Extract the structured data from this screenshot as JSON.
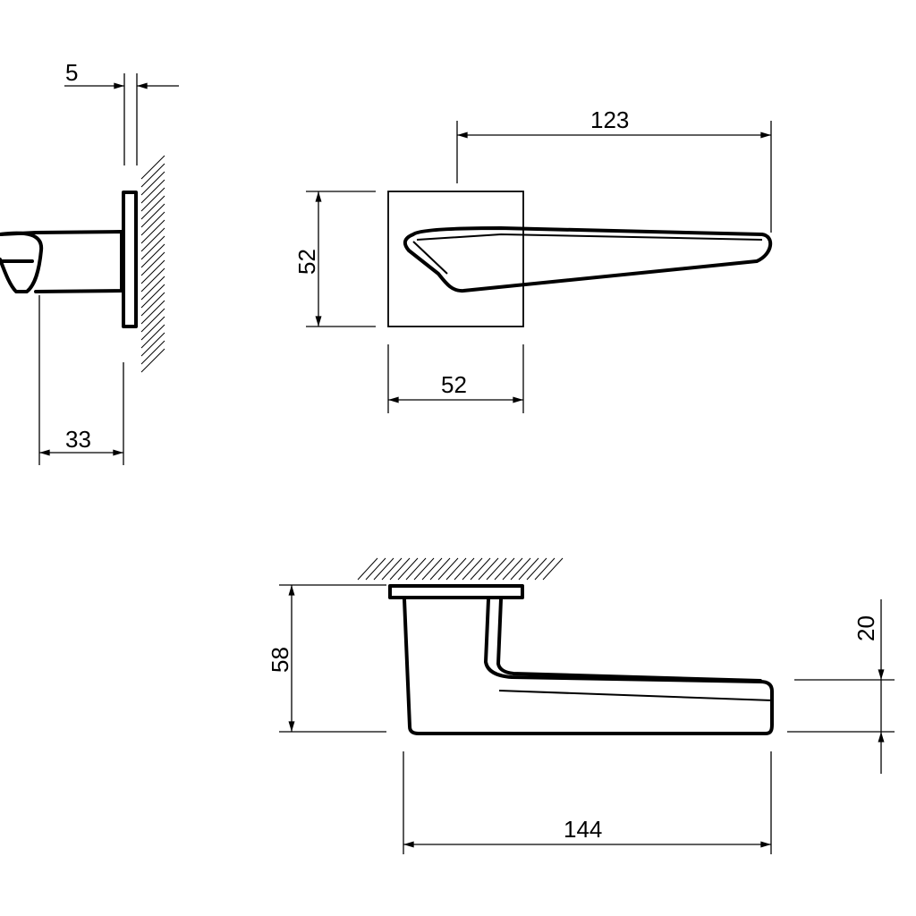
{
  "dimensions": {
    "side_rose_thickness": "5",
    "side_projection": "33",
    "front_lever_length": "123",
    "front_rose_height": "52",
    "front_rose_width": "52",
    "top_projection": "58",
    "top_lever_height": "20",
    "top_total_length": "144"
  }
}
